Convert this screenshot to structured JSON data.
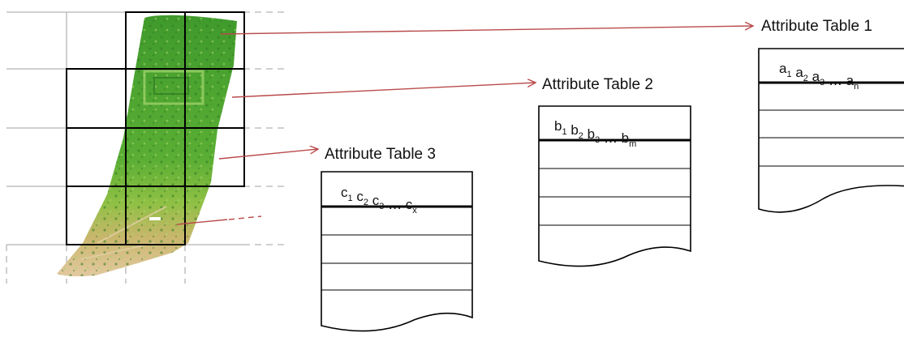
{
  "tables": [
    {
      "title": "Attribute Table 1",
      "header": [
        {
          "b": "a",
          "s": "1"
        },
        {
          "b": "a",
          "s": "2"
        },
        {
          "b": "a",
          "s": "3"
        },
        {
          "b": " … a",
          "s": "n"
        }
      ]
    },
    {
      "title": "Attribute Table 2",
      "header": [
        {
          "b": "b",
          "s": "1"
        },
        {
          "b": "b",
          "s": "2"
        },
        {
          "b": "b",
          "s": "3"
        },
        {
          "b": " … b",
          "s": "m"
        }
      ]
    },
    {
      "title": "Attribute Table 3",
      "header": [
        {
          "b": "c",
          "s": "1"
        },
        {
          "b": "c",
          "s": "2"
        },
        {
          "b": "c",
          "s": "3"
        },
        {
          "b": " … c",
          "s": "x"
        }
      ]
    }
  ],
  "colors": {
    "arrow": "#b94a4a",
    "grid_light": "#b5b5b5",
    "grid_bold": "#000000",
    "terrain_high": "#3f9a2c",
    "terrain_mid": "#7cbf3a",
    "terrain_low": "#c9a86a"
  }
}
